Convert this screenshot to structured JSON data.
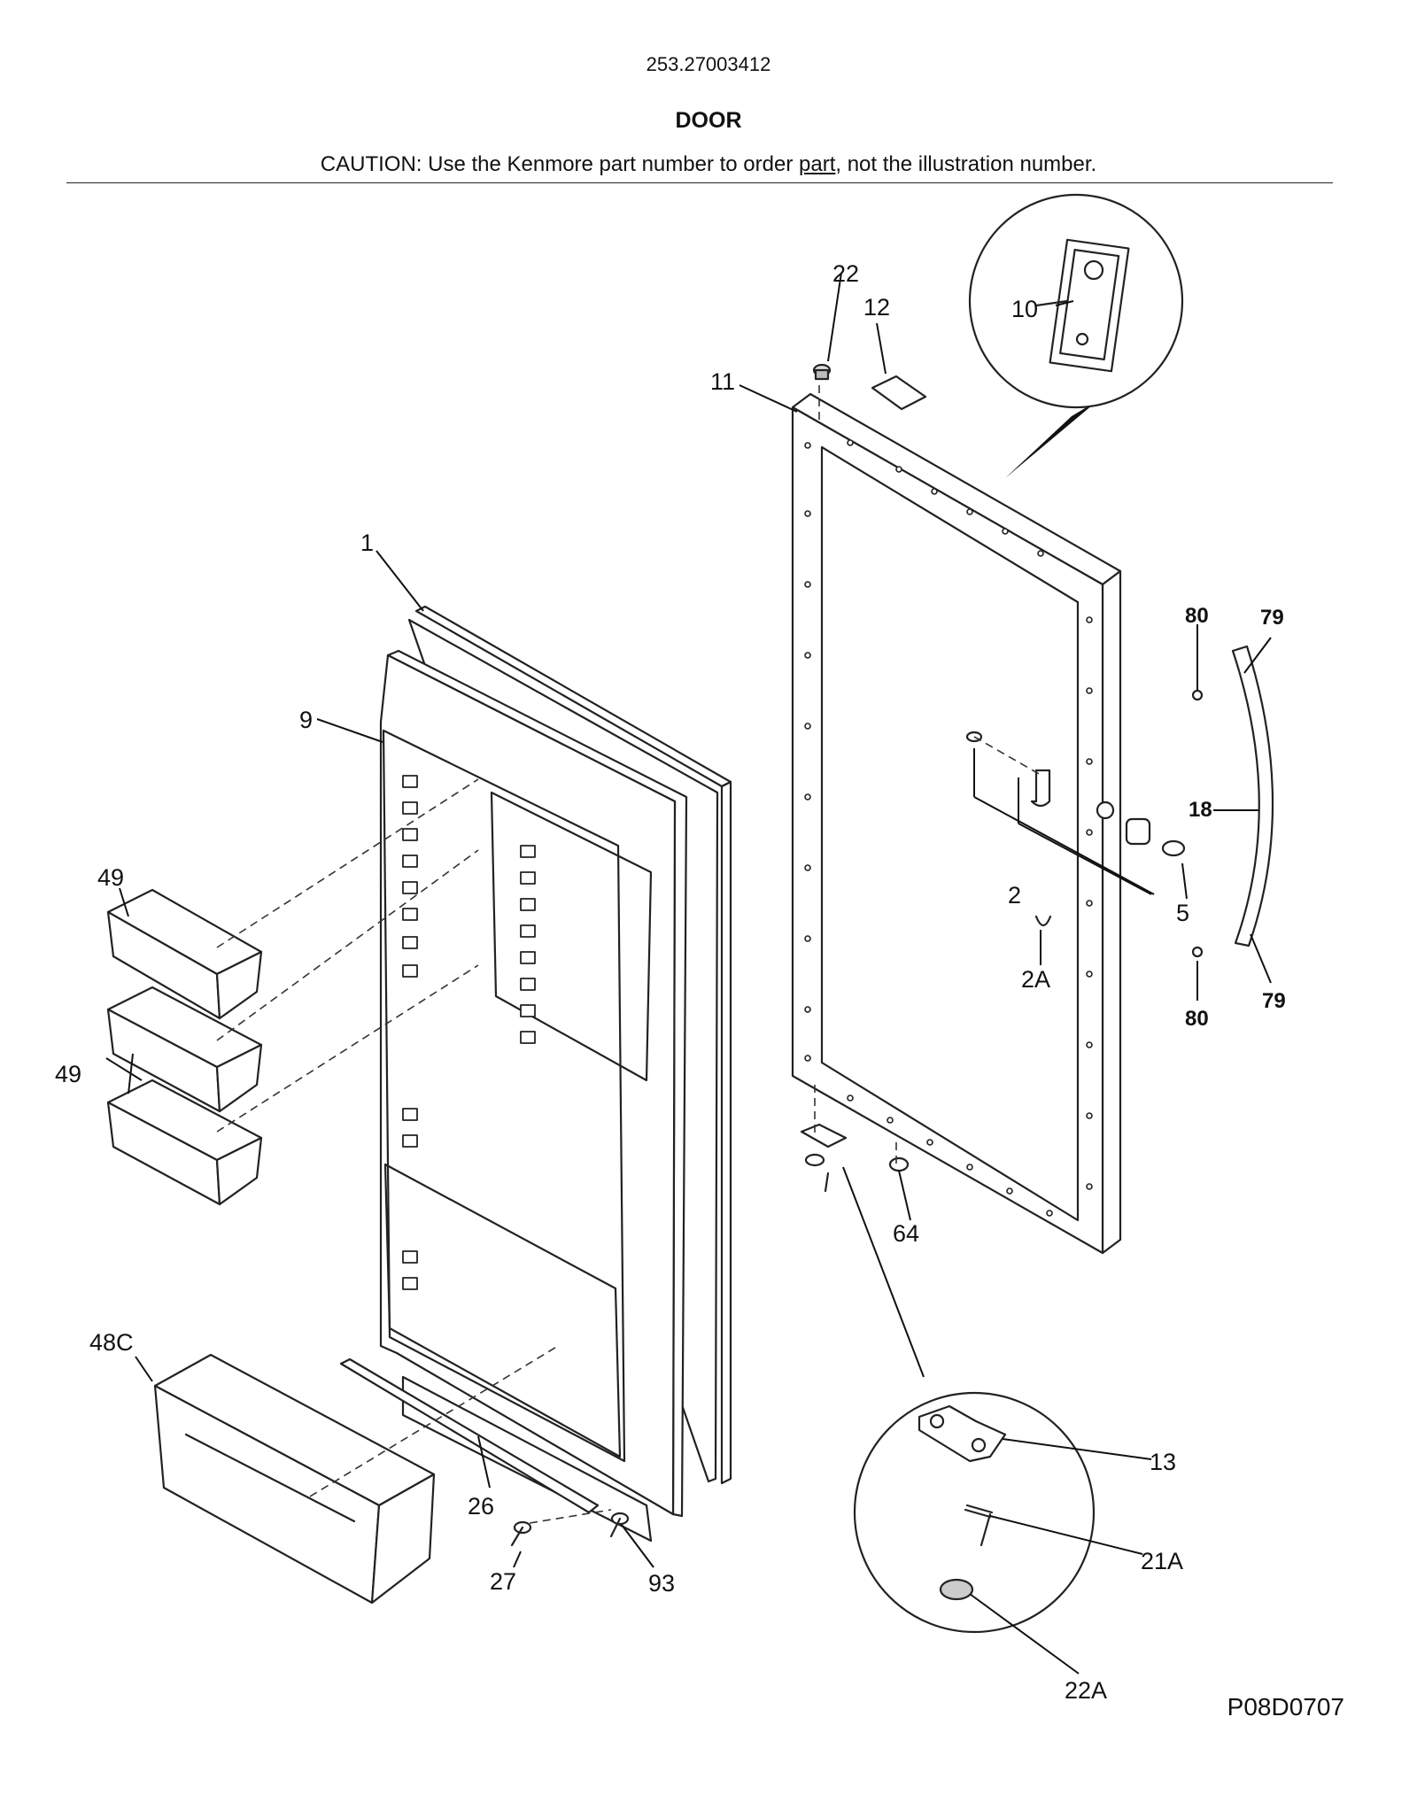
{
  "header": {
    "model_number": "253.27003412",
    "title": "DOOR",
    "caution_prefix": "CAUTION: Use the Kenmore part number to order ",
    "caution_link": "part",
    "caution_suffix": ", not the illustration number."
  },
  "callouts": {
    "p1": "1",
    "p2": "2",
    "p2a": "2A",
    "p5": "5",
    "p9": "9",
    "p10": "10",
    "p11": "11",
    "p12": "12",
    "p13": "13",
    "p18": "18",
    "p21a": "21A",
    "p22": "22",
    "p22a": "22A",
    "p26": "26",
    "p27": "27",
    "p48c": "48C",
    "p49_top": "49",
    "p49_left": "49",
    "p64": "64",
    "p79_top": "79",
    "p79_bottom": "79",
    "p80_top": "80",
    "p80_bottom": "80",
    "p93": "93"
  },
  "drawing_code": "P08D0707"
}
